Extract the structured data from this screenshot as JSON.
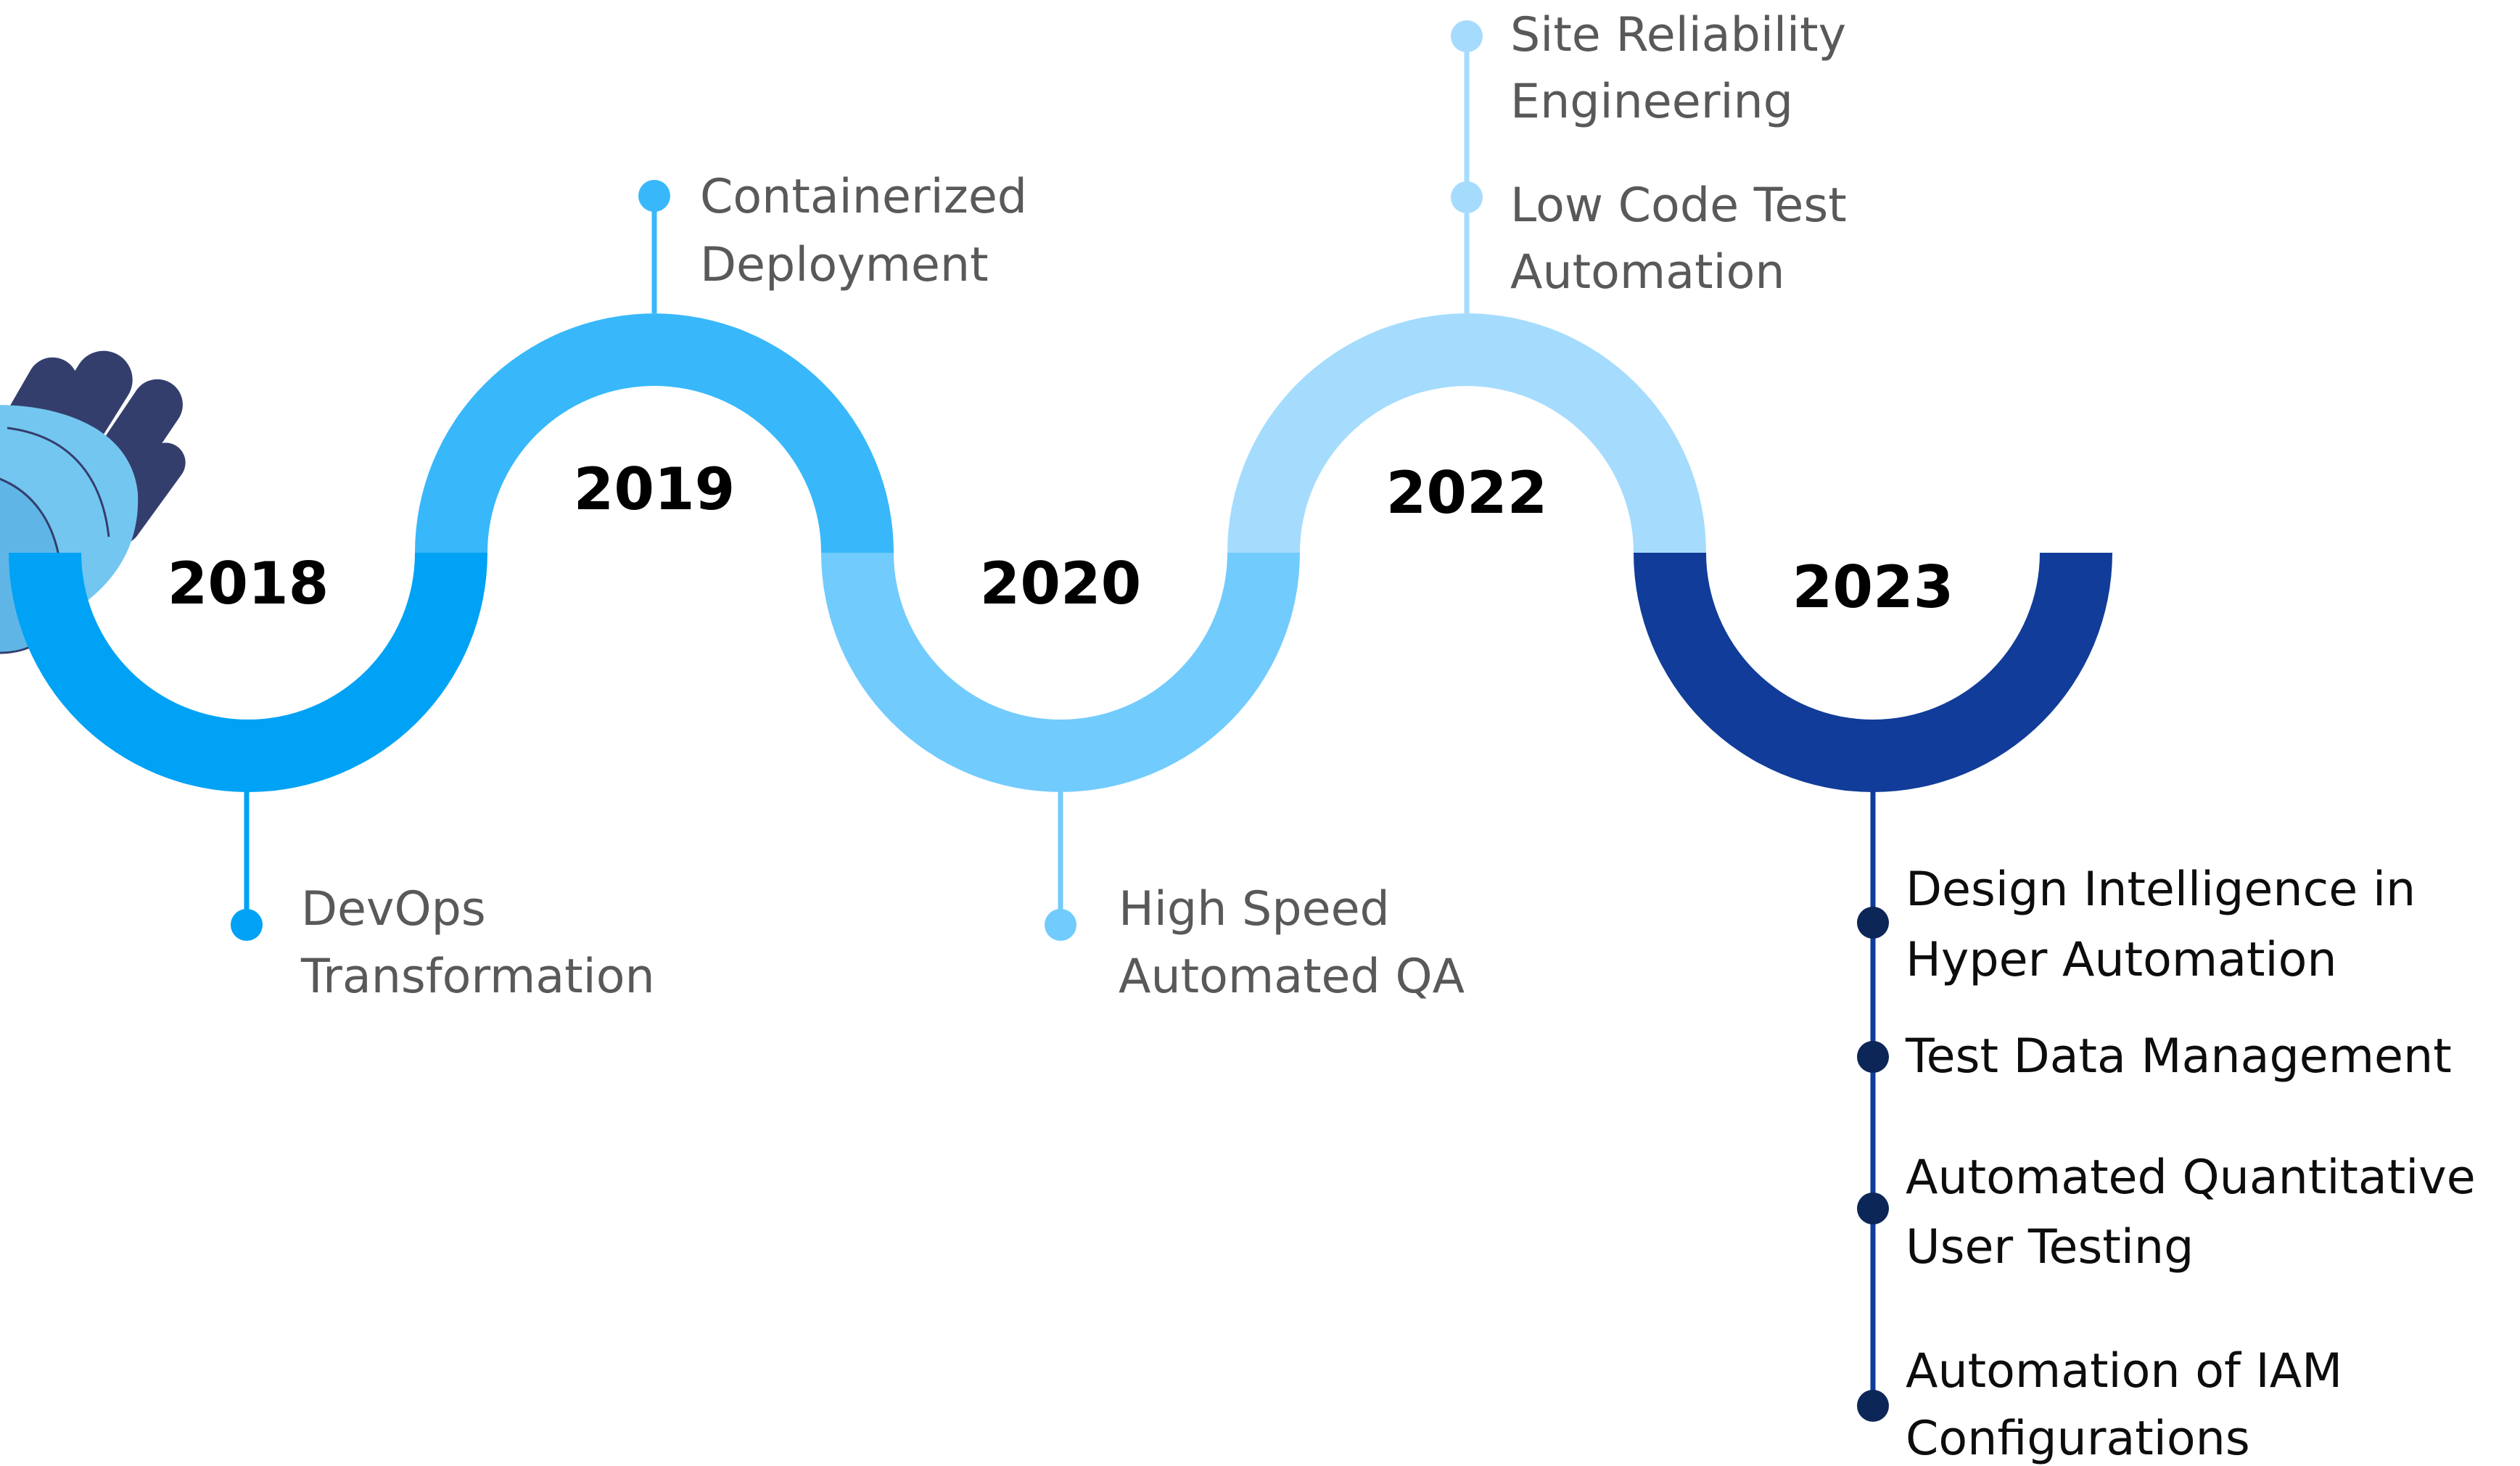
{
  "colors": {
    "y2018": "#00a2f5",
    "y2019": "#38b8fa",
    "y2020": "#72cbfd",
    "y2022": "#a5dcfd",
    "y2023": "#113c99",
    "y2023_dots": "#0d2658",
    "text_muted": "#595959",
    "text_dark": "#0d0d0d",
    "hand_fingers": "#343e6d",
    "hand_palm": "#73c6ef"
  },
  "icons": {
    "hand": "robot-hand-icon"
  },
  "timeline": {
    "years": [
      {
        "id": "y2018",
        "label": "2018",
        "items": [
          "DevOps",
          "Transformation"
        ]
      },
      {
        "id": "y2019",
        "label": "2019",
        "items": [
          "Containerized",
          "Deployment"
        ]
      },
      {
        "id": "y2020",
        "label": "2020",
        "items": [
          "High Speed",
          "Automated QA"
        ]
      },
      {
        "id": "y2022",
        "label": "2022",
        "items": [
          [
            "Site Reliability",
            "Engineering"
          ],
          [
            "Low Code Test",
            "Automation"
          ]
        ]
      },
      {
        "id": "y2023",
        "label": "2023",
        "items": [
          [
            "Design Intelligence in",
            "Hyper Automation"
          ],
          [
            "Test Data Management"
          ],
          [
            "Automated Quantitative",
            "User Testing"
          ],
          [
            "Automation of IAM",
            "Configurations"
          ]
        ]
      }
    ]
  }
}
